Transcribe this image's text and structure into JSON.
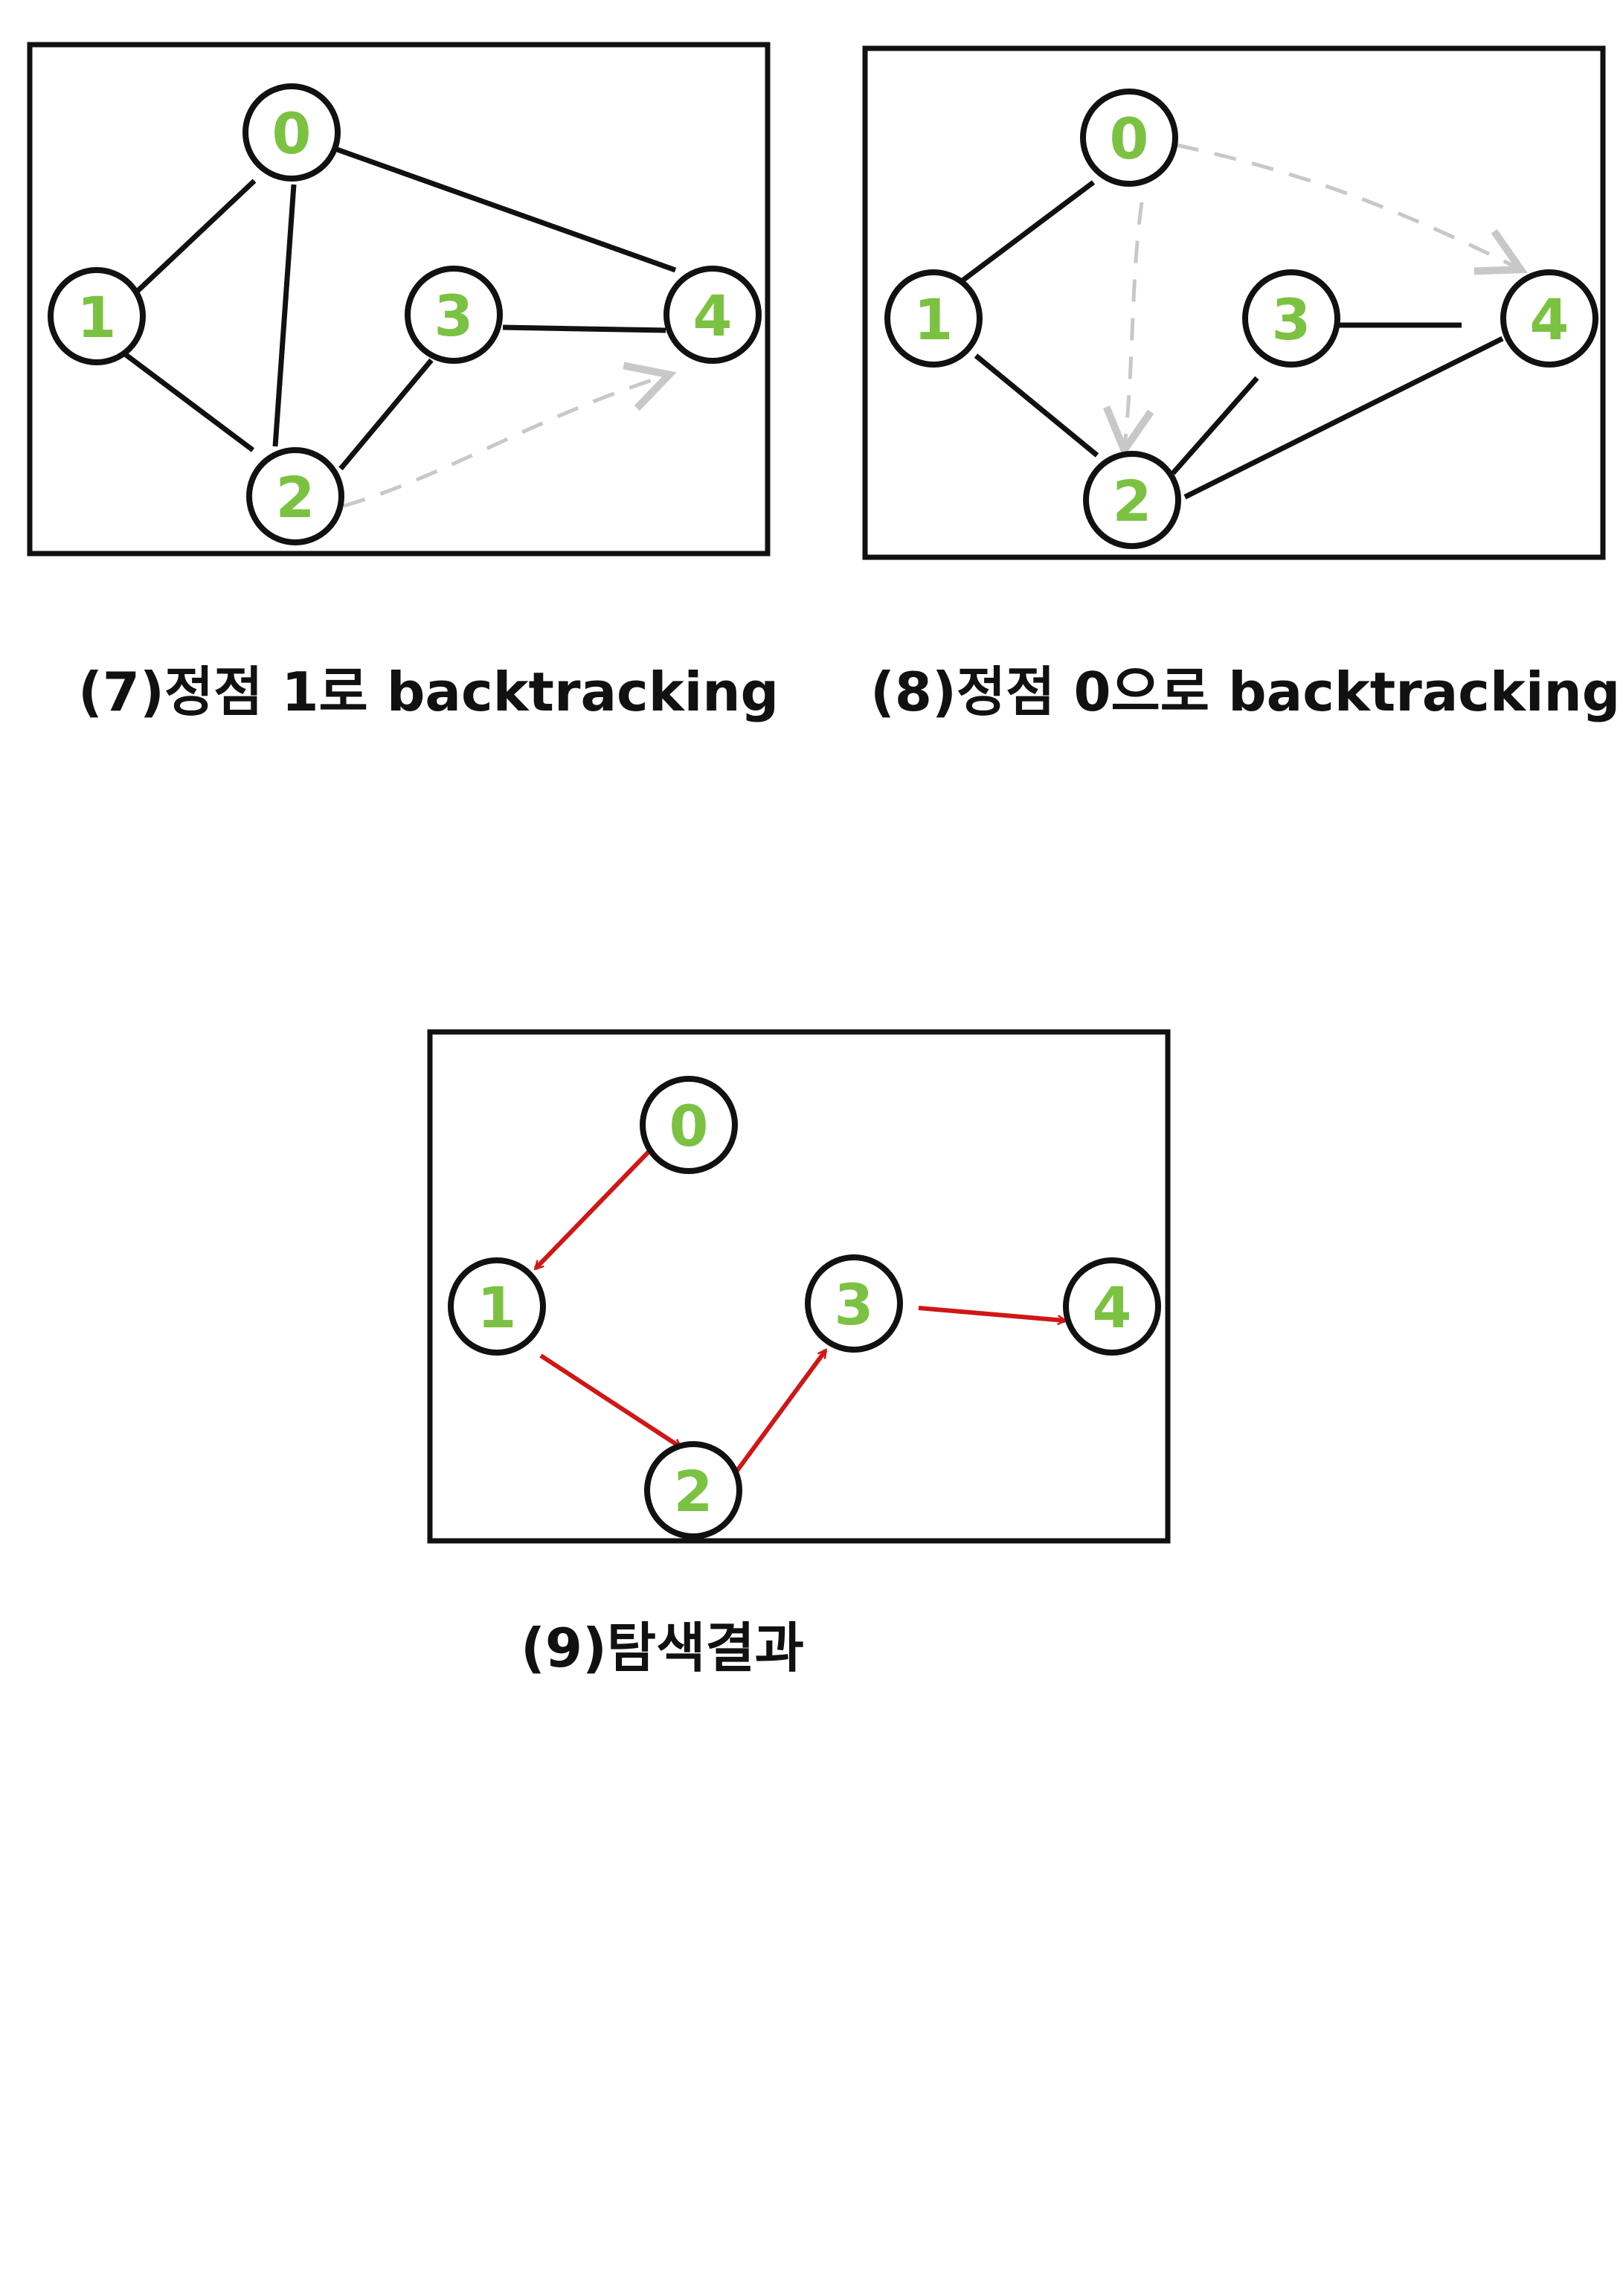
{
  "colors": {
    "frame": "#111111",
    "edge": "#111111",
    "node_label": "#7cc242",
    "backtrack": "#c8c8c8",
    "traversal": "#d11616"
  },
  "panels": [
    {
      "caption": "(7)정점 1로 backtracking",
      "nodes": [
        "0",
        "1",
        "2",
        "3",
        "4"
      ]
    },
    {
      "caption": "(8)정점 0으로 backtracking",
      "nodes": [
        "0",
        "1",
        "2",
        "3",
        "4"
      ]
    },
    {
      "caption": "(9)탐색결과",
      "nodes": [
        "0",
        "1",
        "2",
        "3",
        "4"
      ]
    }
  ]
}
